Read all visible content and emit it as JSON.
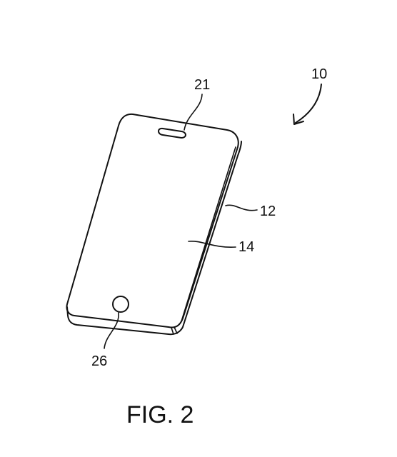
{
  "labels": {
    "device": "10",
    "earpiece": "21",
    "housing": "12",
    "display": "14",
    "home_button": "26"
  },
  "caption": "FIG. 2",
  "colors": {
    "ink": "#111111",
    "background": "#ffffff"
  }
}
